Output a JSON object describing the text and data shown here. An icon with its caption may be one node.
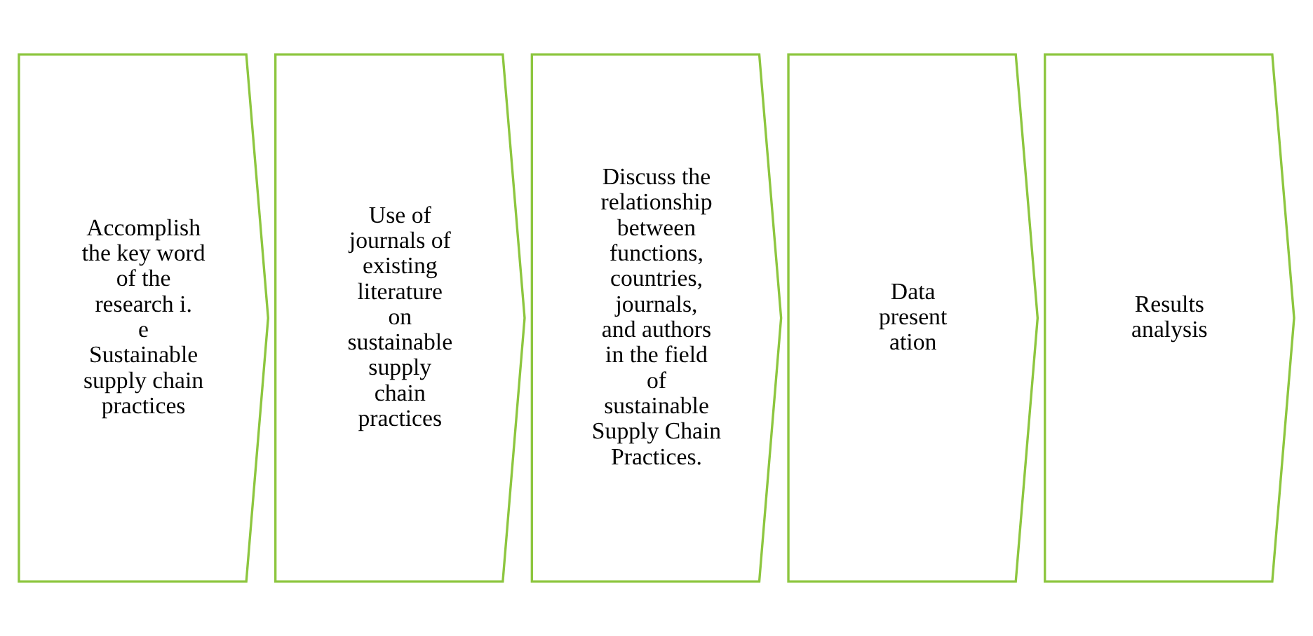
{
  "diagram": {
    "nodes": [
      {
        "text": [
          "Accomplish the key word of the research i. e Sustainable supply chain practices"
        ]
      },
      {
        "text": [
          "Use of journals of existing literature on sustainable supply chain practices"
        ]
      },
      {
        "text": [
          "Discuss the relationship between functions, countries, journals, and authors in the field of sustainable Supply Chain Practices."
        ]
      },
      {
        "text": [
          "Data present ation"
        ]
      },
      {
        "text": [
          "Results analysis"
        ]
      }
    ]
  }
}
